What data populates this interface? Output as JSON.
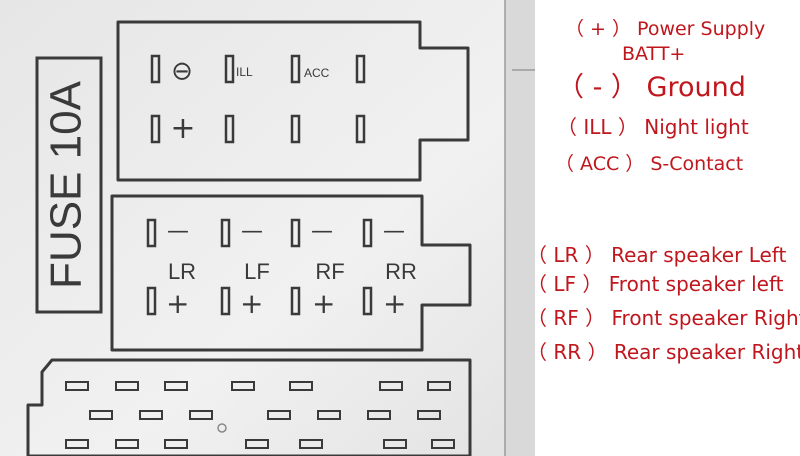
{
  "panel": {
    "fuse_label": "FUSE 10A",
    "top_block": {
      "minus_symbol": "⊖",
      "ill_label": "ILL",
      "acc_label": "ACC",
      "plus_symbol": "+"
    },
    "speaker_block": {
      "minus_symbol": "—",
      "plus_symbol": "+",
      "channels": [
        "LR",
        "LF",
        "RF",
        "RR"
      ]
    }
  },
  "legend": {
    "power": {
      "code": "（ + ）",
      "text": "Power Supply",
      "text2": "BATT+"
    },
    "ground": {
      "code": "（  -  ）",
      "text": "Ground"
    },
    "ill": {
      "code": "（ ILL ）",
      "text": "Night light"
    },
    "acc": {
      "code": "（ ACC ）",
      "text": "S-Contact"
    },
    "lr": {
      "code": "（ LR ）",
      "text": "Rear speaker Left"
    },
    "lf": {
      "code": "（ LF ）",
      "text": "Front speaker left"
    },
    "rf": {
      "code": "（ RF ）",
      "text": "Front speaker Right"
    },
    "rr": {
      "code": "（ RR ）",
      "text": "Rear speaker Right"
    }
  },
  "colors": {
    "legend_text": "#c0161d",
    "panel_ink": "#3a3a3a",
    "panel_bg": "#eeeeee"
  }
}
